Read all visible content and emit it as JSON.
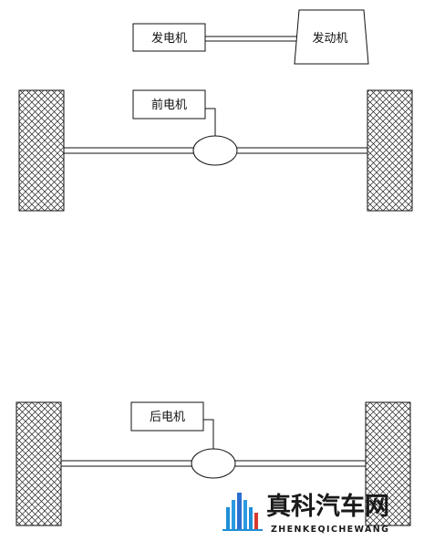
{
  "top_drivetrain": {
    "generator_label": "发电机",
    "engine_label": "发动机"
  },
  "front_axle": {
    "motor_label": "前电机"
  },
  "rear_axle": {
    "motor_label": "后电机"
  },
  "watermark": {
    "name_cn": "真科汽车网",
    "name_en": "ZHENKEQICHEWANG"
  },
  "colors": {
    "line": "#111111",
    "wheel_fill": "#ffffff",
    "watermark_bars": [
      "#1f8ed6",
      "#2b6fd1",
      "#d63a2f"
    ]
  }
}
